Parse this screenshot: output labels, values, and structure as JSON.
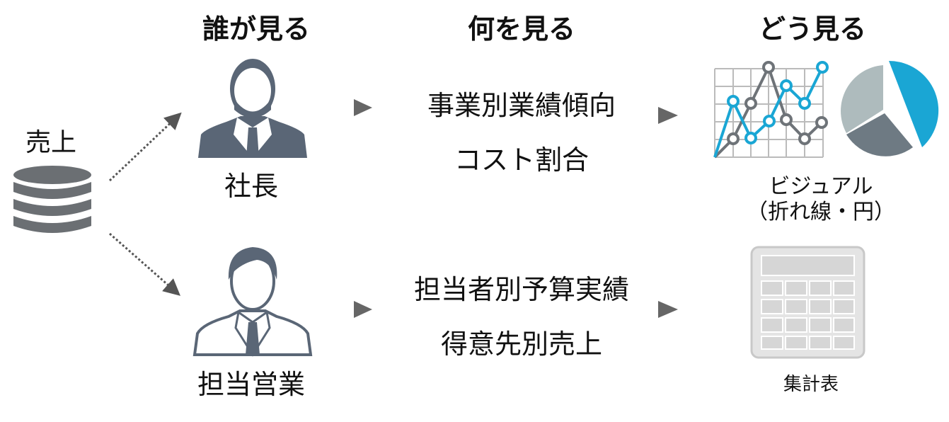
{
  "headers": {
    "who": "誰が見る",
    "what": "何を見る",
    "how": "どう見る"
  },
  "source": {
    "label": "売上"
  },
  "rows": [
    {
      "role": "社長",
      "items": [
        "事業別業績傾向",
        "コスト割合"
      ],
      "output_line1": "ビジュアル",
      "output_line2": "（折れ線・円）"
    },
    {
      "role": "担当営業",
      "items": [
        "担当者別予算実績",
        "得意先別売上"
      ],
      "output_line1": "集計表"
    }
  ],
  "colors": {
    "accent": "#1aa6d4",
    "icon_gray": "#5a6676",
    "arrow": "#666666"
  }
}
